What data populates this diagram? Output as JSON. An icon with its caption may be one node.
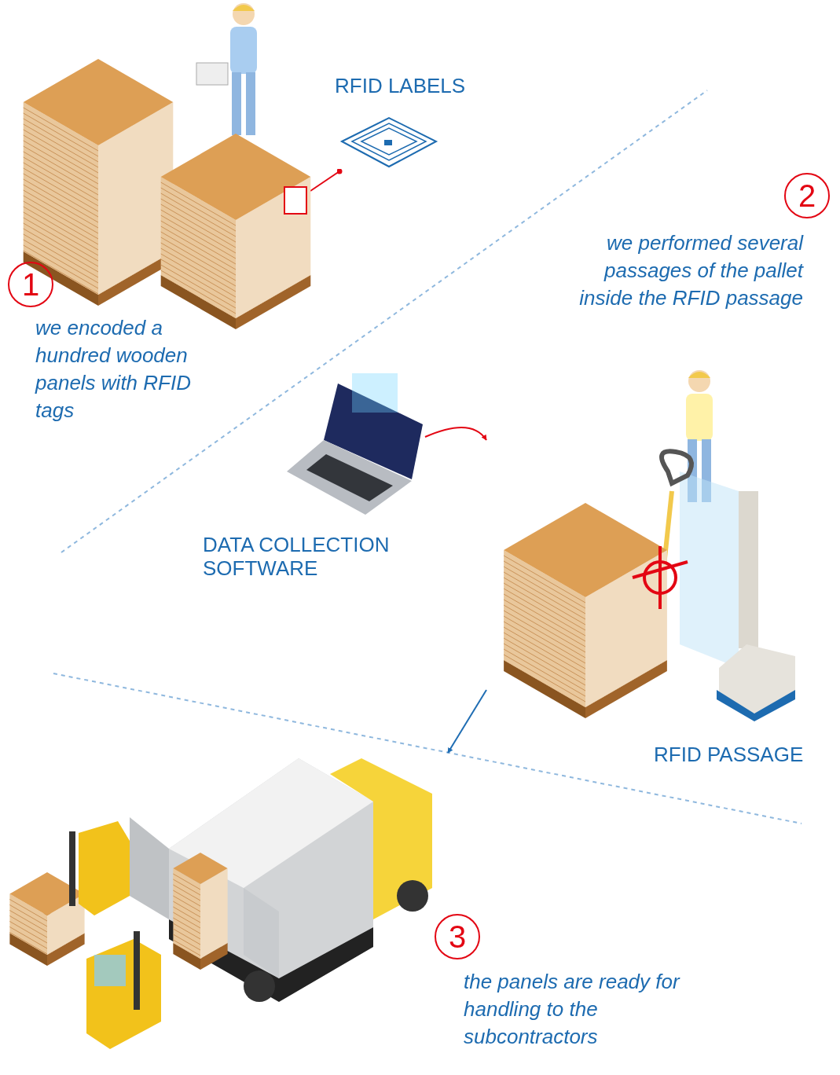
{
  "diagram": {
    "nodes": [
      {
        "text": [],
        "shape": "picture"
      },
      {
        "text": [
          "RFID LABELS"
        ]
      },
      {
        "text": [
          "DATA COLLECTION SOFTWARE"
        ]
      },
      {
        "text": [
          "RFID PASSAGE"
        ]
      },
      {
        "text": [],
        "shape": "picture"
      }
    ],
    "edges": [
      {
        "from": 0,
        "to": 1,
        "arrow": "other"
      },
      {
        "from": 2,
        "to": 3,
        "arrow": "to"
      },
      {
        "from": 3,
        "to": 4,
        "arrow": "to",
        "color": "#1f6db3"
      }
    ],
    "labels": [
      "1",
      "we encoded a hundred wooden panels with RFID tags",
      "2",
      "we performed several passages of the pallet inside the RFID passage",
      "3",
      "the panels are ready for handling to the subcontractors"
    ]
  }
}
